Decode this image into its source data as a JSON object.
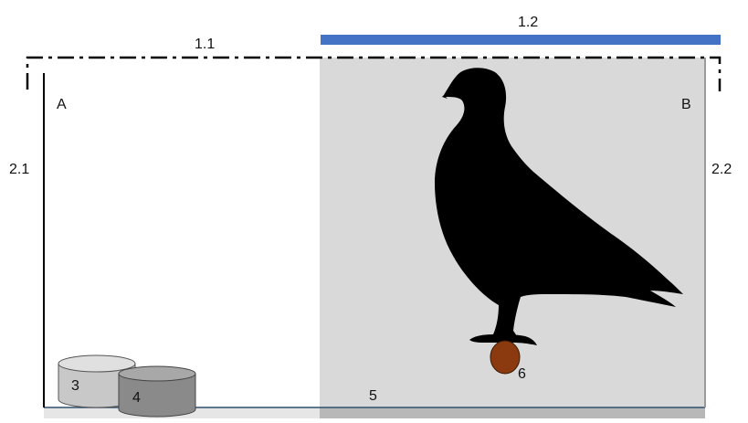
{
  "labels": {
    "bar_1_1": "1.1",
    "bar_1_2": "1.2",
    "wall_2_1": "2.1",
    "wall_2_2": "2.2",
    "compartment_a": "A",
    "compartment_b": "B",
    "dish_3": "3",
    "dish_4": "4",
    "floor_5": "5",
    "egg_6": "6"
  },
  "colors": {
    "compartment_b_fill": "#d9d9d9",
    "floor_b_fill": "#b8b8b8",
    "floor_a_fill": "#e6e6e6",
    "floor_border": "#2f4f6f",
    "blue_bar": "#4472c4",
    "dish_3_fill": "#c8c8c8",
    "dish_4_fill": "#8a8a8a",
    "egg_fill": "#8b3a0f",
    "pigeon": "#000000"
  }
}
